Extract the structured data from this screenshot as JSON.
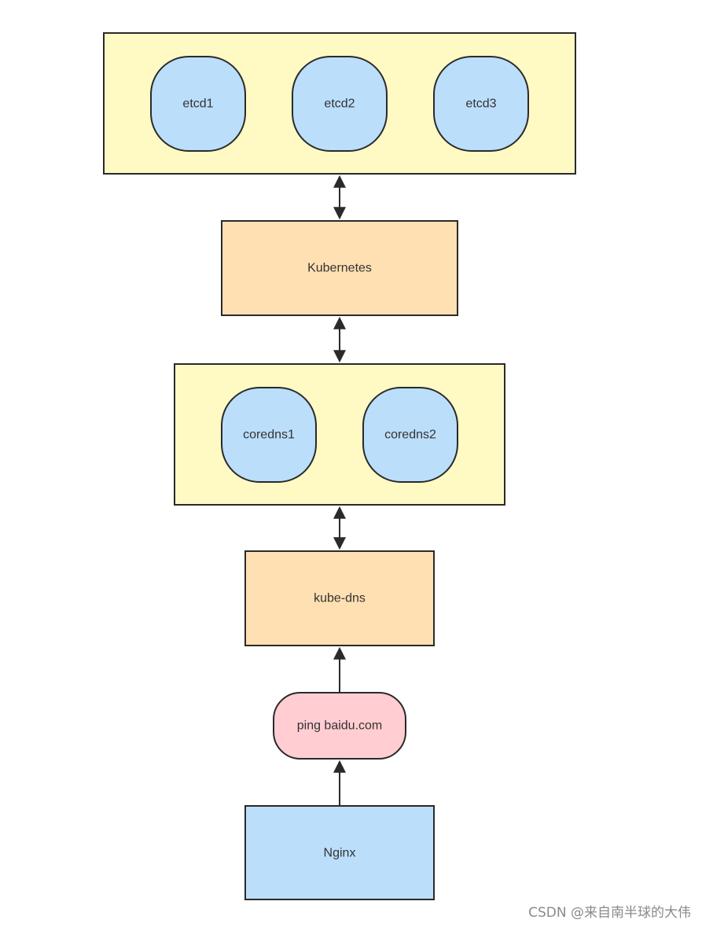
{
  "diagram": {
    "etcd_group": {
      "nodes": [
        "etcd1",
        "etcd2",
        "etcd3"
      ]
    },
    "kubernetes": "Kubernetes",
    "coredns_group": {
      "nodes": [
        "coredns1",
        "coredns2"
      ]
    },
    "kube_dns": "kube-dns",
    "ping": "ping baidu.com",
    "nginx": "Nginx"
  },
  "colors": {
    "group_fill": "#fff9c4",
    "circle_fill": "#bbdefb",
    "service_fill": "#ffe0b2",
    "ping_fill": "#ffcdd2",
    "nginx_fill": "#bbdefb",
    "stroke": "#2a2a2a"
  },
  "watermark": "CSDN @来自南半球的大伟"
}
